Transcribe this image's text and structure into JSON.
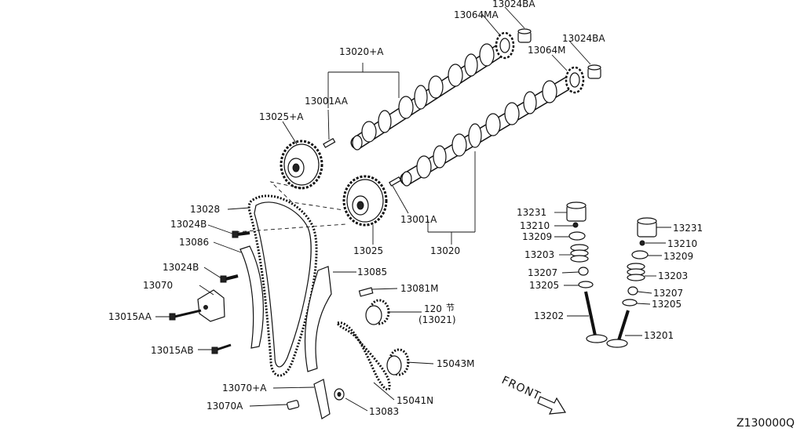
{
  "diagram_code": "Z130000Q",
  "front_label": "FRONT",
  "labels": {
    "p13024BA_top": "13024BA",
    "p13064MA": "13064MA",
    "p13020A": "13020+A",
    "p13024BA_right": "13024BA",
    "p13064M": "13064M",
    "p13001AA": "13001AA",
    "p13025A": "13025+A",
    "p13028": "13028",
    "p13024B_1": "13024B",
    "p13086": "13086",
    "p13024B_2": "13024B",
    "p13070": "13070",
    "p13015AA": "13015AA",
    "p13015AB": "13015AB",
    "p13085": "13085",
    "p13081M": "13081M",
    "p120": "120 ",
    "p13021": "(13021)",
    "p15043M": "15043M",
    "p13070A_plus": "13070+A",
    "p13070A": "13070A",
    "p15041N": "15041N",
    "p13083": "13083",
    "p13001A": "13001A",
    "p13025": "13025",
    "p13020": "13020",
    "p13231_left": "13231",
    "p13210_left": "13210",
    "p13209_left": "13209",
    "p13203_left": "13203",
    "p13207_left": "13207",
    "p13205_left": "13205",
    "p13202": "13202",
    "p13231_right": "13231",
    "p13210_right": "13210",
    "p13209_right": "13209",
    "p13203_right": "13203",
    "p13207_right": "13207",
    "p13205_right": "13205",
    "p13201": "13201"
  }
}
